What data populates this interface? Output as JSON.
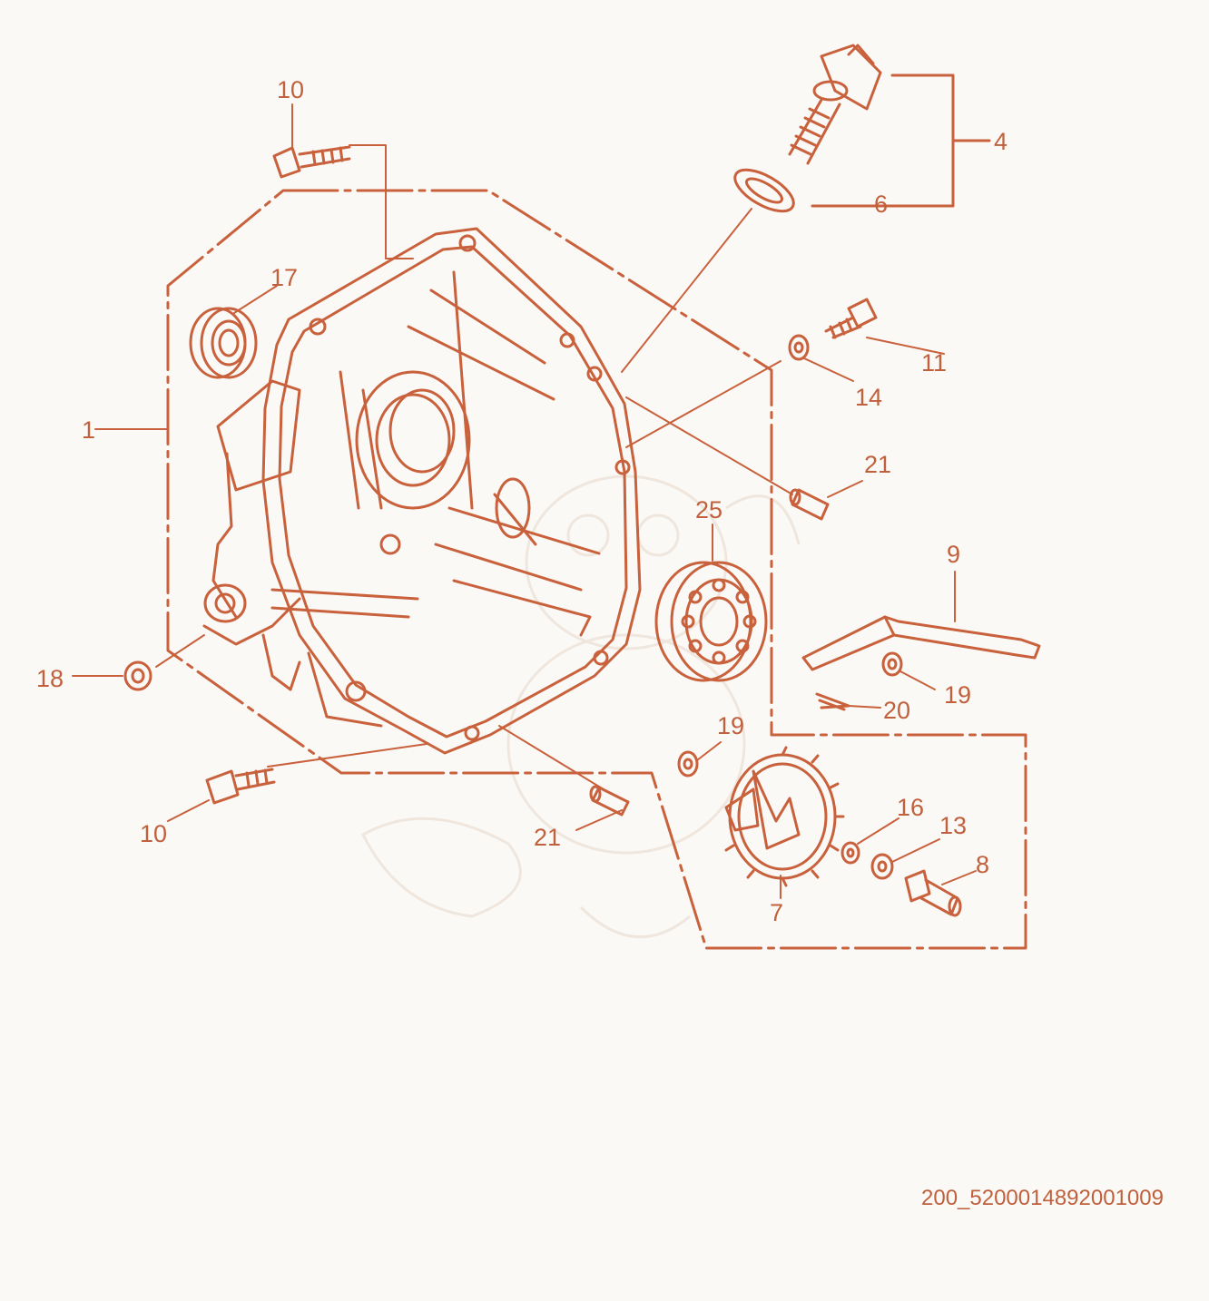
{
  "diagram": {
    "callouts": {
      "c10_top": "10",
      "c4": "4",
      "c6": "6",
      "c17": "17",
      "c11": "11",
      "c14": "14",
      "c1": "1",
      "c21_right": "21",
      "c25": "25",
      "c9": "9",
      "c18": "18",
      "c19_right": "19",
      "c20": "20",
      "c19_center": "19",
      "c10_bottom": "10",
      "c21_bottom": "21",
      "c16": "16",
      "c13": "13",
      "c8": "8",
      "c7": "7"
    },
    "image_code": "200_5200014892001009"
  },
  "colors": {
    "line": "#c8613c",
    "text": "#c0603c",
    "background": "#fbf9f6",
    "watermark": "#efe6dd"
  }
}
